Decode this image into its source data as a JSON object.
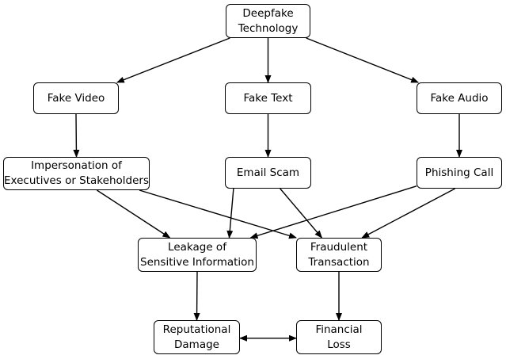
{
  "nodes": {
    "deepfake": [
      "Deepfake",
      "Technology"
    ],
    "video": [
      "Fake Video"
    ],
    "text": [
      "Fake Text"
    ],
    "audio": [
      "Fake Audio"
    ],
    "imperson": [
      "Impersonation of",
      "Executives or Stakeholders"
    ],
    "email": [
      "Email Scam"
    ],
    "phish": [
      "Phishing Call"
    ],
    "leak": [
      "Leakage of",
      "Sensitive Information"
    ],
    "fraud": [
      "Fraudulent",
      "Transaction"
    ],
    "rep": [
      "Reputational",
      "Damage"
    ],
    "loss": [
      "Financial",
      "Loss"
    ]
  },
  "edges": [
    {
      "from": "deepfake",
      "to": "video"
    },
    {
      "from": "deepfake",
      "to": "text"
    },
    {
      "from": "deepfake",
      "to": "audio"
    },
    {
      "from": "video",
      "to": "imperson"
    },
    {
      "from": "text",
      "to": "email"
    },
    {
      "from": "audio",
      "to": "phish"
    },
    {
      "from": "imperson",
      "to": "leak"
    },
    {
      "from": "imperson",
      "to": "fraud"
    },
    {
      "from": "email",
      "to": "leak"
    },
    {
      "from": "email",
      "to": "fraud"
    },
    {
      "from": "phish",
      "to": "leak"
    },
    {
      "from": "phish",
      "to": "fraud"
    },
    {
      "from": "leak",
      "to": "rep"
    },
    {
      "from": "fraud",
      "to": "loss"
    },
    {
      "from": "rep",
      "to": "loss",
      "bidirectional": true
    }
  ],
  "colors": {
    "stroke": "#000000",
    "fill": "#ffffff"
  }
}
